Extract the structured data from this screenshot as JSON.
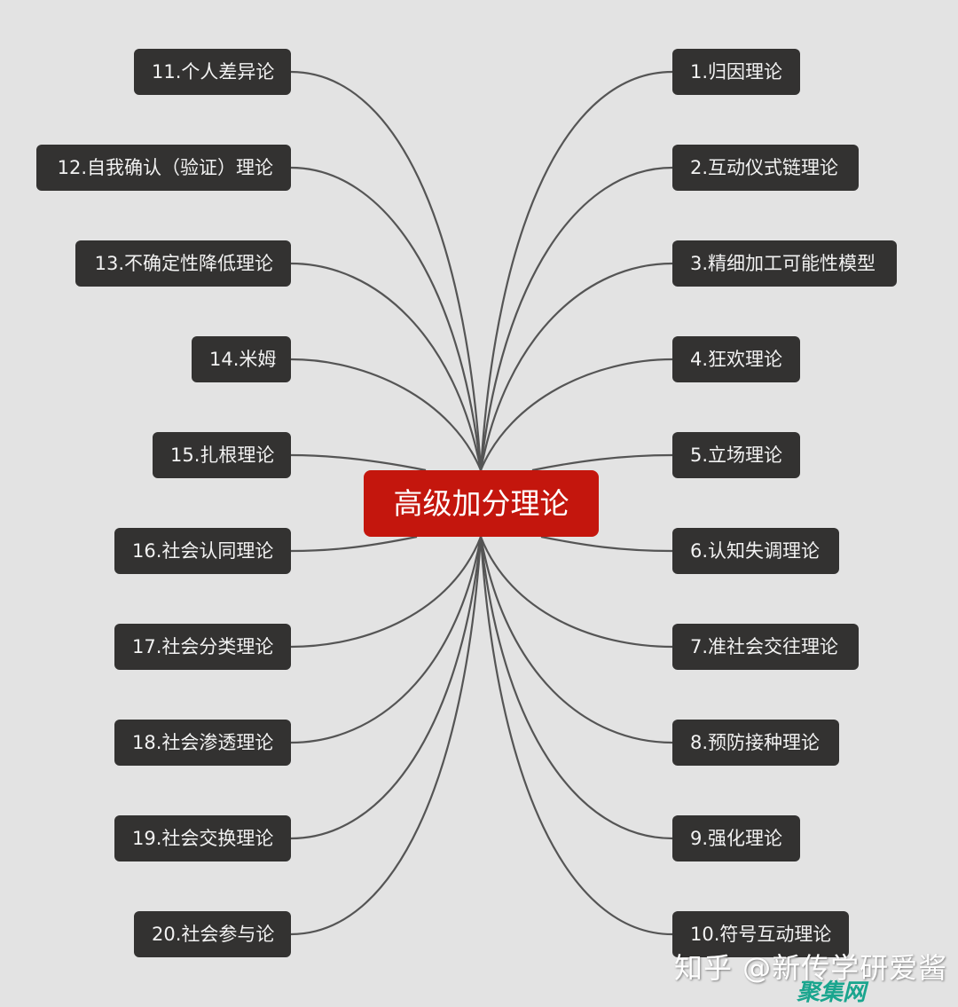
{
  "center": {
    "label": "高级加分理论",
    "color": "#c4160d"
  },
  "node_color": "#333231",
  "line_color": "#555555",
  "background": "#e3e3e3",
  "right_nodes": [
    {
      "label": "1.归因理论"
    },
    {
      "label": "2.互动仪式链理论"
    },
    {
      "label": "3.精细加工可能性模型"
    },
    {
      "label": "4.狂欢理论"
    },
    {
      "label": "5.立场理论"
    },
    {
      "label": "6.认知失调理论"
    },
    {
      "label": "7.准社会交往理论"
    },
    {
      "label": "8.预防接种理论"
    },
    {
      "label": "9.强化理论"
    },
    {
      "label": "10.符号互动理论"
    }
  ],
  "left_nodes": [
    {
      "label": "11.个人差异论"
    },
    {
      "label": "12.自我确认（验证）理论"
    },
    {
      "label": "13.不确定性降低理论"
    },
    {
      "label": "14.米姆"
    },
    {
      "label": "15.扎根理论"
    },
    {
      "label": "16.社会认同理论"
    },
    {
      "label": "17.社会分类理论"
    },
    {
      "label": "18.社会渗透理论"
    },
    {
      "label": "19.社会交换理论"
    },
    {
      "label": "20.社会参与论"
    }
  ],
  "watermark": {
    "text": "知乎 @新传学研爱酱",
    "brand": "聚集网"
  }
}
